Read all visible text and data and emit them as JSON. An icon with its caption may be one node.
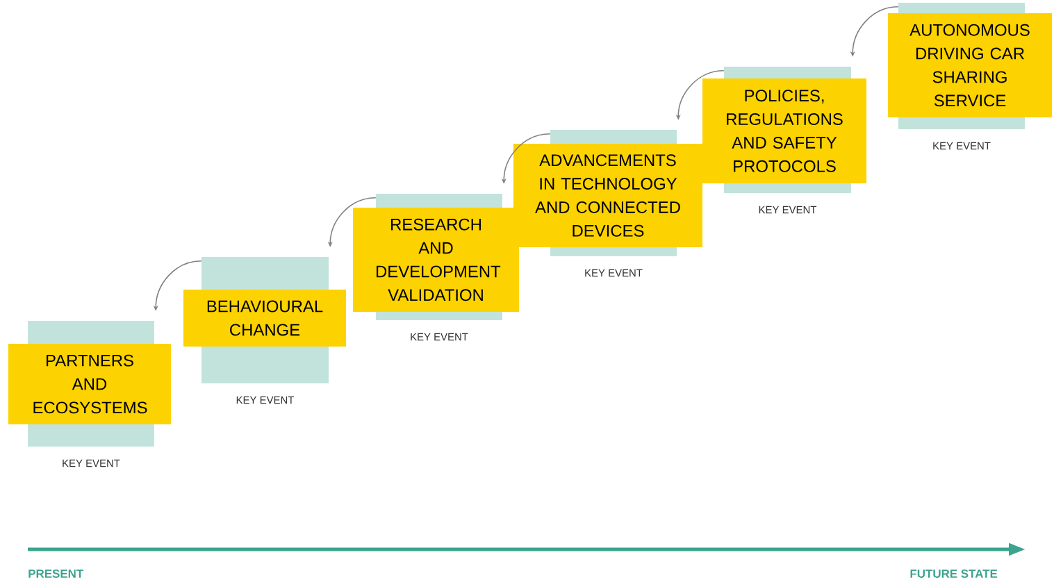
{
  "diagram": {
    "nodes": [
      {
        "text": [
          "PARTNERS AND ECOSYSTEMS"
        ],
        "beside": [
          "KEY EVENT"
        ]
      },
      {
        "text": [
          "BEHAVIOURAL CHANGE"
        ],
        "beside": [
          "KEY EVENT"
        ]
      },
      {
        "text": [
          "RESEARCH AND DEVELOPMENT VALIDATION"
        ],
        "beside": [
          "KEY EVENT"
        ]
      },
      {
        "text": [
          "ADVANCEMENTS IN TECHNOLOGY AND CONNECTED DEVICES"
        ],
        "beside": [
          "KEY EVENT"
        ]
      },
      {
        "text": [
          "POLICIES, REGULATIONS AND SAFETY PROTOCOLS"
        ],
        "beside": [
          "KEY EVENT"
        ]
      },
      {
        "text": [
          "AUTONOMOUS DRIVING CAR SHARING SERVICE"
        ],
        "beside": [
          "KEY EVENT"
        ]
      }
    ],
    "edges": [
      {
        "from": 1,
        "to": 0,
        "arrow": "to"
      },
      {
        "from": 2,
        "to": 1,
        "arrow": "to"
      },
      {
        "from": 3,
        "to": 2,
        "arrow": "to"
      },
      {
        "from": 4,
        "to": 3,
        "arrow": "to"
      },
      {
        "from": 5,
        "to": 4,
        "arrow": "to"
      }
    ],
    "labels": [
      "PRESENT",
      "FUTURE STATE"
    ]
  }
}
